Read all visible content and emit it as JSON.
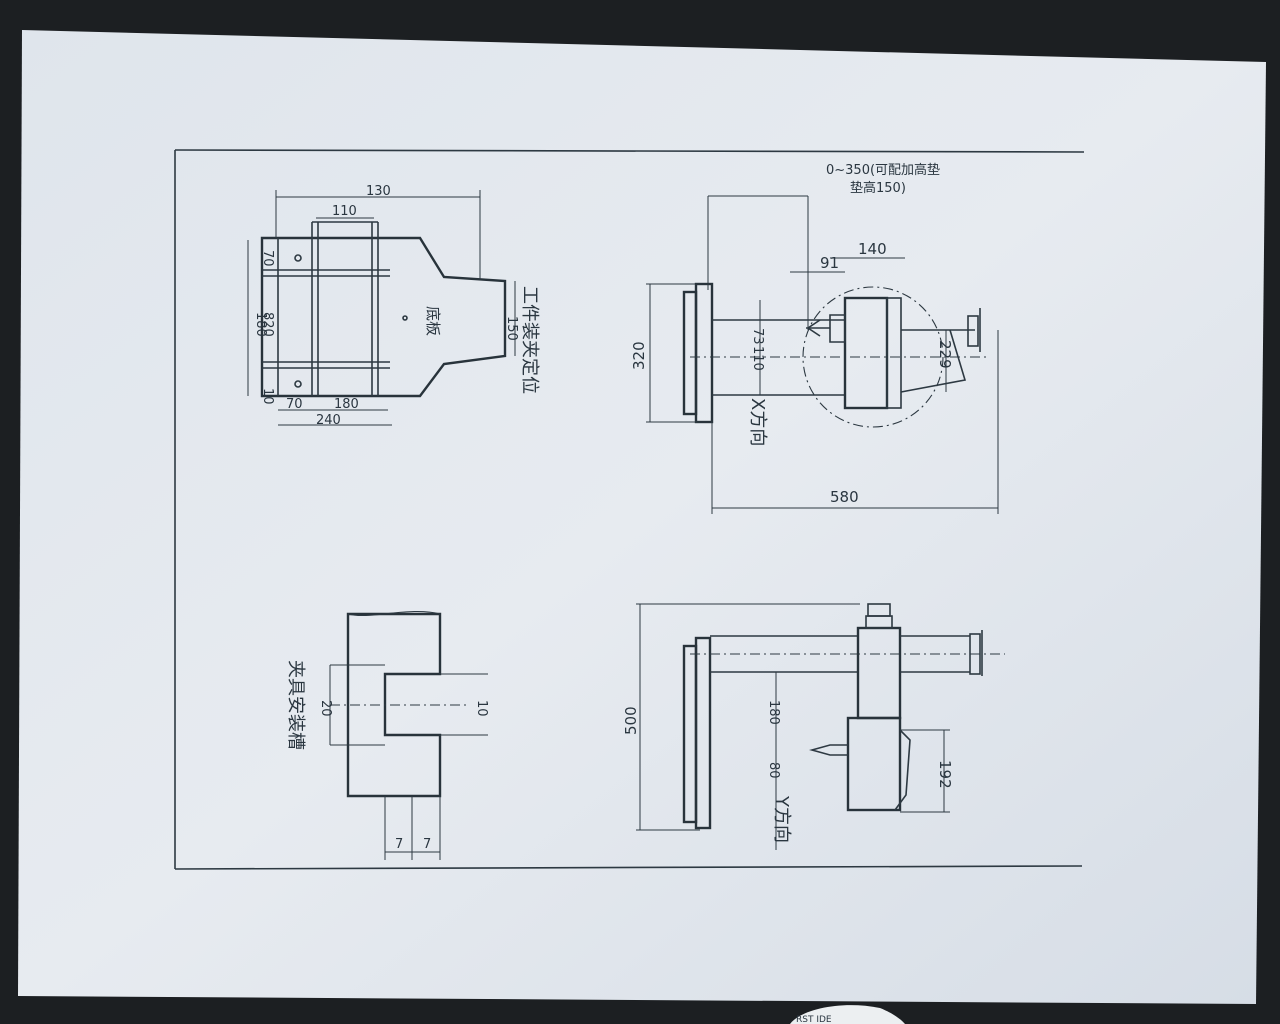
{
  "drawing": {
    "colors": {
      "paper": "#e4e9ef",
      "ink": "#2d3942",
      "background": "#1c1f22"
    },
    "top_left_view": {
      "caption": "工件装夹定位",
      "center_label": "底板",
      "dims": {
        "overall_width": "130",
        "top_width": "110",
        "left_top": "70",
        "left_mid": "180",
        "left_low": "820",
        "left_bottom": "10",
        "bottom_left": "70",
        "bottom_mid": "180",
        "bottom_total": "240",
        "right_height": "150"
      }
    },
    "top_right_view": {
      "note_line1": "0~350(可配加高垫",
      "note_line2": "垫高150)",
      "dims": {
        "d140": "140",
        "d91": "91",
        "d320": "320",
        "d73": "73",
        "d110": "110",
        "d229": "229",
        "d580": "580"
      },
      "direction_label": "X方向"
    },
    "bottom_left_view": {
      "caption": "夹具安装槽",
      "dims": {
        "d20": "20",
        "d10": "10",
        "d7a": "7",
        "d7b": "7"
      }
    },
    "bottom_right_view": {
      "dims": {
        "d500": "500",
        "d180": "180",
        "d80": "80",
        "d192": "192"
      },
      "direction_label": "Y方向"
    },
    "corner_label": "RST IDE"
  }
}
